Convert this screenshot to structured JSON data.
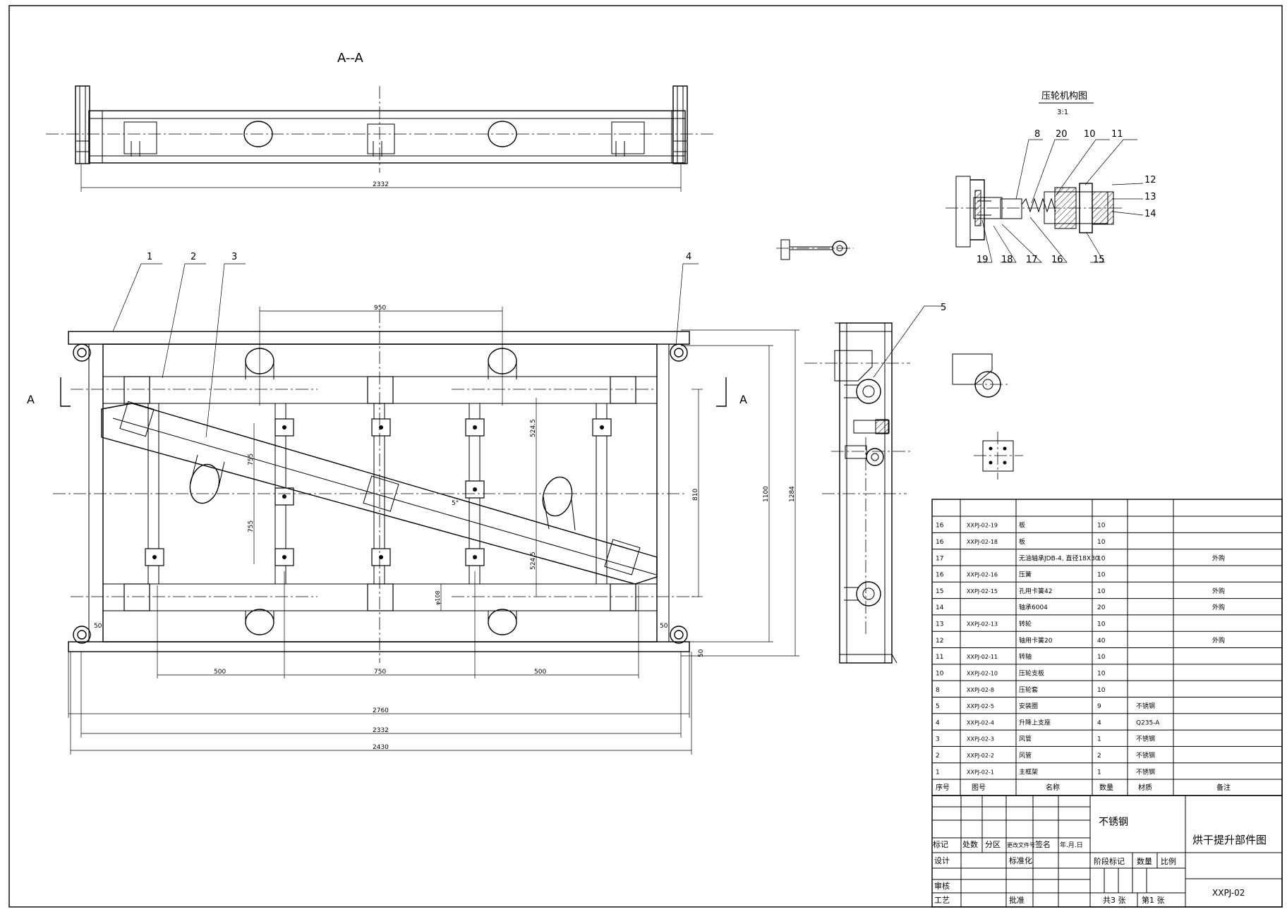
{
  "sections": {
    "section_aa": "A--A",
    "section_marker": "A",
    "detail_title": "压轮机构图",
    "detail_scale": "3:1"
  },
  "callouts": {
    "main": [
      "1",
      "2",
      "3",
      "4"
    ],
    "side": "5",
    "detail_top": [
      "8",
      "20",
      "10",
      "11"
    ],
    "detail_right": [
      "12",
      "13",
      "14"
    ],
    "detail_bottom": [
      "19",
      "18",
      "17",
      "16",
      "15"
    ]
  },
  "dimensions": {
    "top_view_width": "2332",
    "d950": "950",
    "d500a": "500",
    "d750": "750",
    "d500b": "500",
    "d2760": "2760",
    "d2332": "2332",
    "d2430": "2430",
    "d524a": "524.5",
    "d524b": "524.5",
    "d755": "755",
    "d755b": "755",
    "d810": "810",
    "d1100": "1100",
    "d1284": "1284",
    "d50a": "50",
    "d50b": "50",
    "d50c": "50",
    "dphi": "φ108",
    "dangle": "5°"
  },
  "parts_table": {
    "rows": [
      {
        "seq": "16",
        "code": "XXPJ-02-19",
        "name": "板",
        "qty": "10",
        "material": "",
        "note": ""
      },
      {
        "seq": "16",
        "code": "XXPJ-02-18",
        "name": "板",
        "qty": "10",
        "material": "",
        "note": ""
      },
      {
        "seq": "17",
        "code": "",
        "name": "无油轴承JDB-4, 直径18X30",
        "qty": "10",
        "material": "",
        "note": "外购"
      },
      {
        "seq": "16",
        "code": "XXPJ-02-16",
        "name": "压簧",
        "qty": "10",
        "material": "",
        "note": ""
      },
      {
        "seq": "15",
        "code": "XXPJ-02-15",
        "name": "孔用卡簧42",
        "qty": "10",
        "material": "",
        "note": "外购"
      },
      {
        "seq": "14",
        "code": "",
        "name": "轴承6004",
        "qty": "20",
        "material": "",
        "note": "外购"
      },
      {
        "seq": "13",
        "code": "XXPJ-02-13",
        "name": "转轮",
        "qty": "10",
        "material": "",
        "note": ""
      },
      {
        "seq": "12",
        "code": "",
        "name": "轴用卡簧20",
        "qty": "40",
        "material": "",
        "note": "外购"
      },
      {
        "seq": "11",
        "code": "XXPJ-02-11",
        "name": "转轴",
        "qty": "10",
        "material": "",
        "note": ""
      },
      {
        "seq": "10",
        "code": "XXPJ-02-10",
        "name": "压轮支板",
        "qty": "10",
        "material": "",
        "note": ""
      },
      {
        "seq": "8",
        "code": "XXPJ-02-8",
        "name": "压轮套",
        "qty": "10",
        "material": "",
        "note": ""
      },
      {
        "seq": "5",
        "code": "XXPJ-02-5",
        "name": "安装圈",
        "qty": "9",
        "material": "不锈钢",
        "note": ""
      },
      {
        "seq": "4",
        "code": "XXPJ-02-4",
        "name": "升降上支座",
        "qty": "4",
        "material": "Q235-A",
        "note": ""
      },
      {
        "seq": "3",
        "code": "XXPJ-02-3",
        "name": "风管",
        "qty": "1",
        "material": "不锈钢",
        "note": ""
      },
      {
        "seq": "2",
        "code": "XXPJ-02-2",
        "name": "风管",
        "qty": "2",
        "material": "不锈钢",
        "note": ""
      },
      {
        "seq": "1",
        "code": "XXPJ-02-1",
        "name": "主框架",
        "qty": "1",
        "material": "不锈钢",
        "note": ""
      }
    ],
    "header": {
      "seq": "序号",
      "code": "图号",
      "name": "名称",
      "qty": "数量",
      "material": "材质",
      "note": "备注"
    }
  },
  "title_block": {
    "material": "不锈钢",
    "title": "烘干提升部件图",
    "drawing_no": "XXPJ-02",
    "h_mark": "标记",
    "h_count": "处数",
    "h_zone": "分区",
    "h_doc": "更改文件号",
    "h_sign": "签名",
    "h_date": "年.月.日",
    "design": "设计",
    "standard": "标准化",
    "stage": "阶段标记",
    "weight": "数量",
    "scale": "比例",
    "review": "审核",
    "process": "工艺",
    "approve": "批准",
    "sheets_total": "共3 张",
    "sheet_no": "第1 张"
  }
}
